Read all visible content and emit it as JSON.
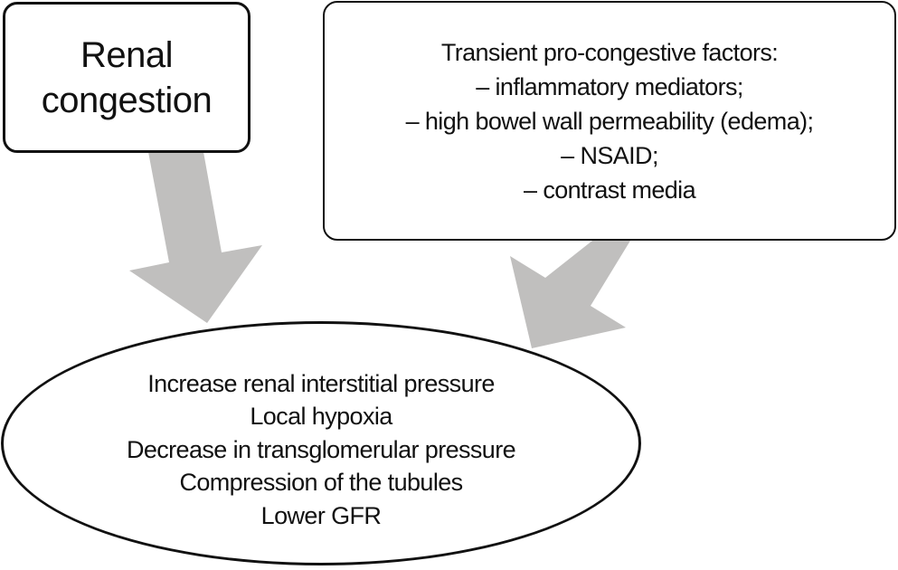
{
  "nodes": {
    "renal_congestion": {
      "lines": [
        "Renal",
        "congestion"
      ]
    },
    "transient_factors": {
      "lines": [
        "Transient pro-congestive factors:",
        "– inflammatory mediators;",
        "– high bowel wall permeability (edema);",
        "– NSAID;",
        "– contrast media"
      ]
    },
    "renal_effects": {
      "lines": [
        "Increase renal interstitial pressure",
        "Local hypoxia",
        "Decrease in transglomerular pressure",
        "Compression of the tubules",
        "Lower GFR"
      ]
    }
  },
  "edges": [
    {
      "from": "renal_congestion",
      "to": "renal_effects"
    },
    {
      "from": "transient_factors",
      "to": "renal_effects"
    }
  ],
  "colors": {
    "arrow_fill": "#c0bfbe",
    "stroke": "#111111"
  }
}
